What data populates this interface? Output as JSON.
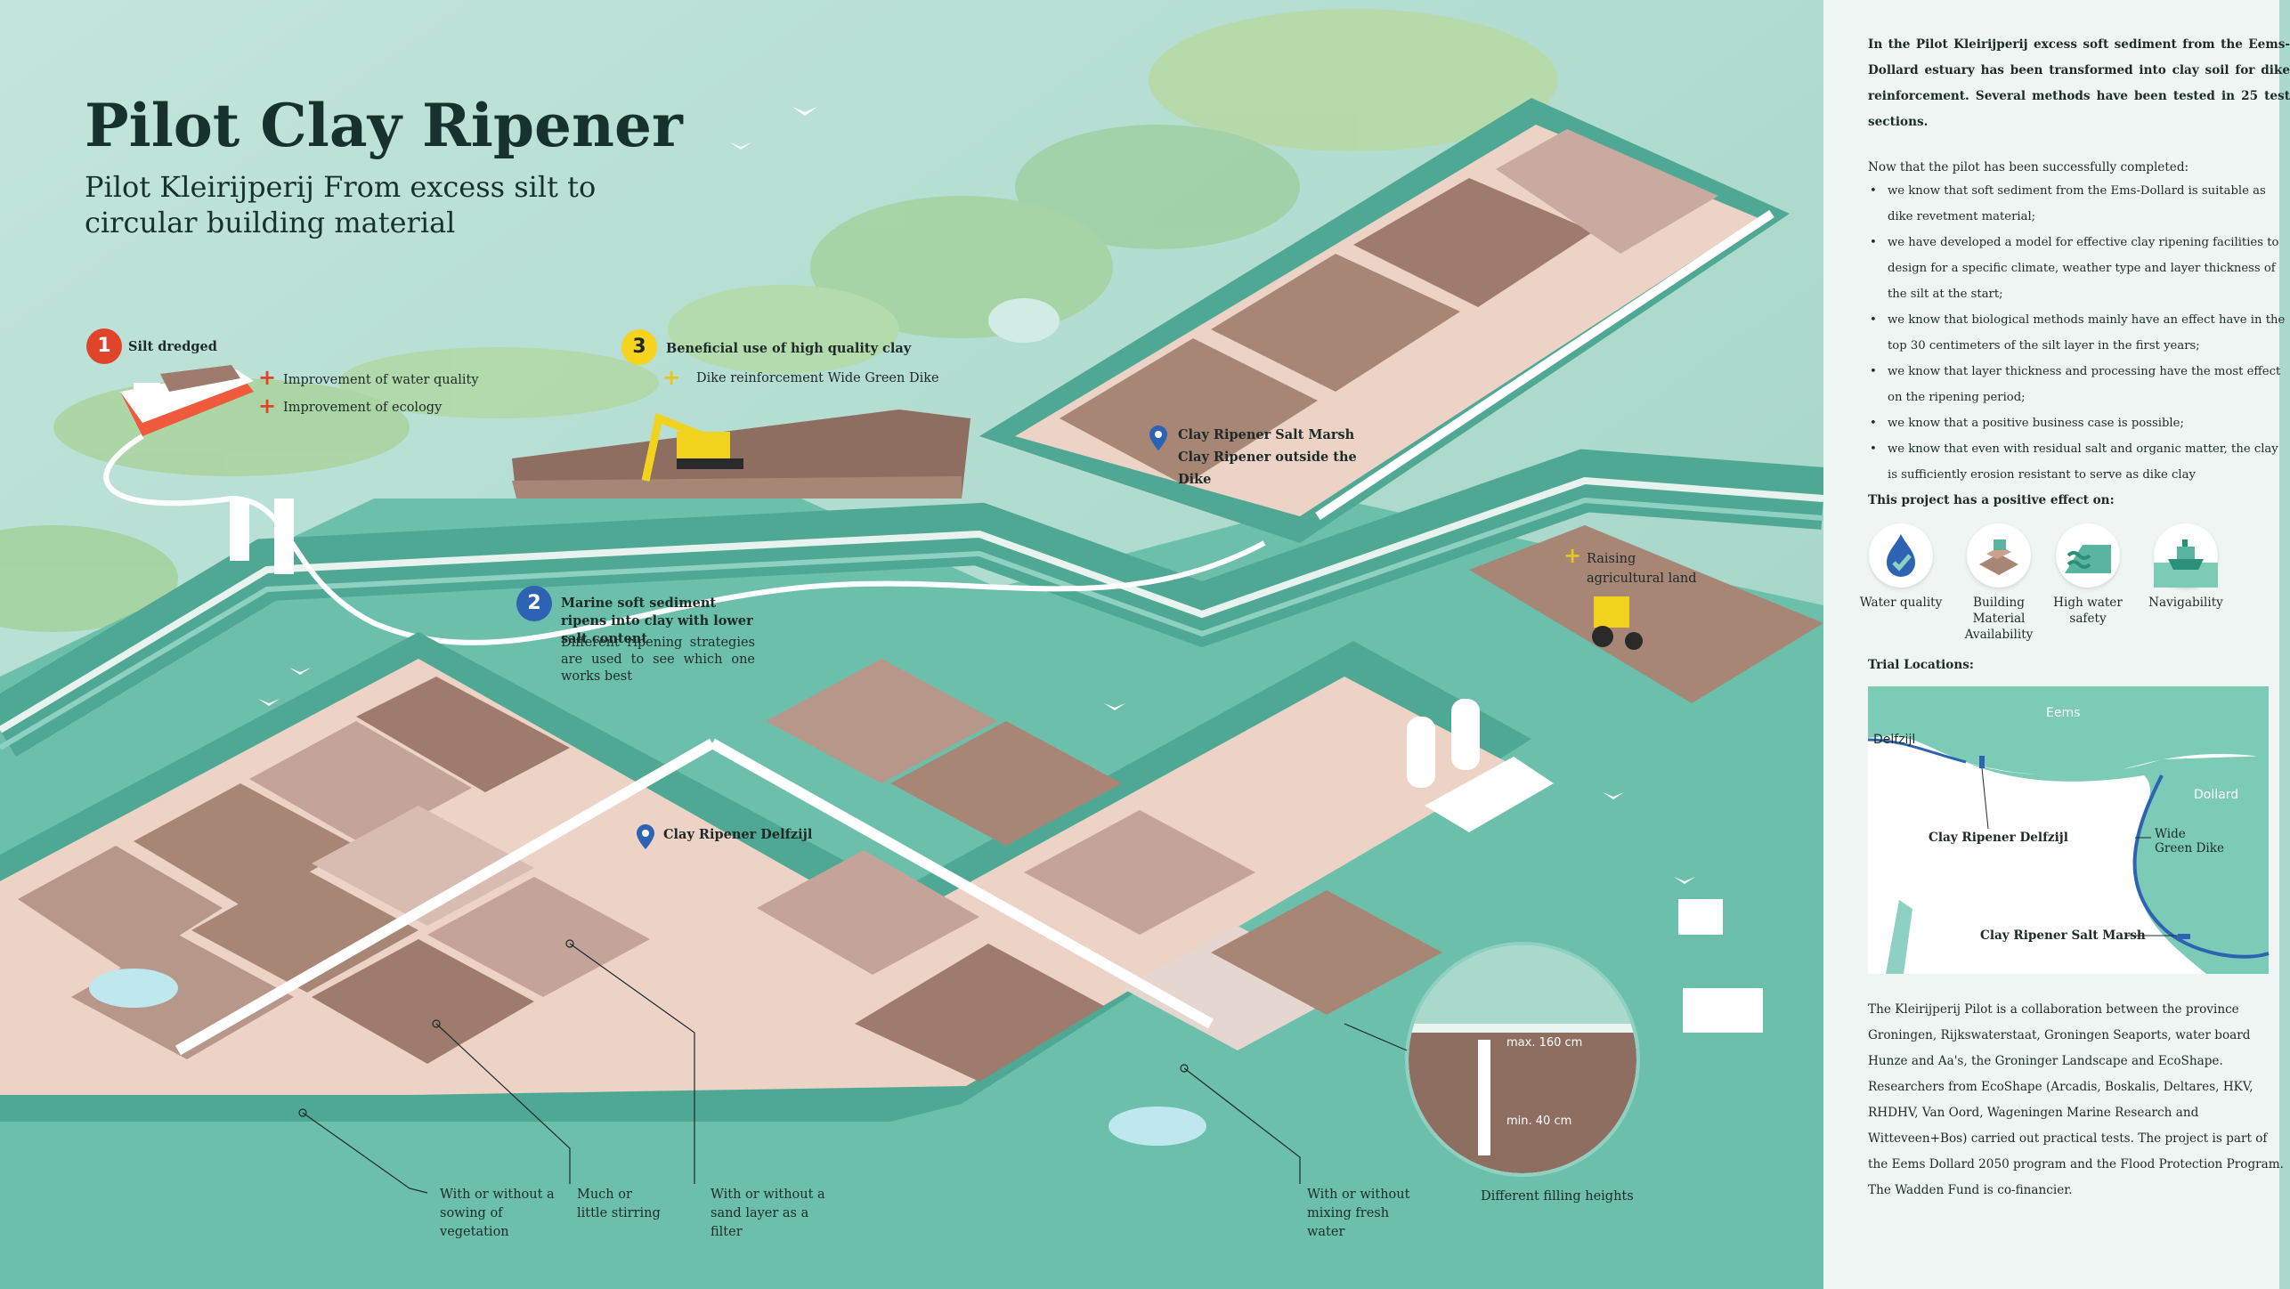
{
  "header": {
    "title": "Pilot Clay Ripener",
    "subtitle": "Pilot Kleirijperij From excess silt to circular building material"
  },
  "steps": [
    {
      "number": "1",
      "title": "Silt dredged",
      "benefits": [
        "Improvement of water quality",
        "Improvement of ecology"
      ],
      "color": "#e0452b"
    },
    {
      "number": "2",
      "title": "Marine soft sediment ripens into clay with lower salt content",
      "text": "Different ripening strategies are used to see which one works best",
      "color": "#2e63b3"
    },
    {
      "number": "3",
      "title": "Beneficial use of high quality clay",
      "benefits": [
        "Dike reinforcement Wide Green Dike"
      ],
      "color": "#f6d31c"
    }
  ],
  "locations": {
    "salt_marsh": "Clay Ripener Salt Marsh Clay Ripener outside  the Dike",
    "delfzijl": "Clay Ripener Delfzijl",
    "agri": "Raising agricultural land"
  },
  "captions": {
    "vegetation": "With or without a sowing of vegetation",
    "stirring": "Much or little stirring",
    "sand": "With or without a sand layer as a filter",
    "freshwater": "With or without mixing fresh water",
    "filling": "Different filling heights"
  },
  "gauge": {
    "max": "max. 160 cm",
    "min": "min. 40 cm"
  },
  "panel": {
    "intro": "In the Pilot Kleirijperij excess soft sediment from the Eems-Dollard estuary has been transformed into clay soil for dike reinforcement. Several methods have been tested in 25 test sections.",
    "now_heading": "Now that the pilot has been successfully completed:",
    "bullets": [
      "we know that soft sediment from the Ems-Dollard is suitable as dike revetment material;",
      "we have developed a model for effective clay ripening facilities to design for a specific climate, weather type and layer thickness of the silt at the start;",
      "we know that biological methods mainly have an effect have in the top 30 centimeters of the silt layer in the first years;",
      "we know that layer thickness and processing have the most effect on the ripening period;",
      "we know that a positive business case is possible;",
      "we know that even with residual salt and organic matter, the clay is sufficiently erosion resistant to serve as dike clay"
    ],
    "effect_heading": "This project has a positive effect on:",
    "effects": [
      {
        "label": "Water quality",
        "icon": "water-drop-check-icon"
      },
      {
        "label": "Building Material Availability",
        "icon": "building-material-icon"
      },
      {
        "label": "High water safety",
        "icon": "dike-wave-icon"
      },
      {
        "label": "Navigability",
        "icon": "ship-icon"
      }
    ],
    "trial_heading": "Trial Locations:",
    "map_labels": {
      "eems": "Eems",
      "delfzijl": "Delfzijl",
      "dollard": "Dollard",
      "wide_green_dike": "Wide Green Dike",
      "clay_ripener_delfzijl": "Clay Ripener Delfzijl",
      "clay_ripener_salt_marsh": "Clay Ripener Salt Marsh"
    },
    "footer": "The Kleirijperij Pilot is a collaboration between the province Groningen, Rijkswaterstaat, Groningen Seaports, water board Hunze and Aa's, the Groninger Landscape and EcoShape. Researchers from EcoShape (Arcadis, Boskalis, Deltares, HKV, RHDHV, Van Oord, Wageningen Marine Research and Witteveen+Bos) carried out practical tests. The project is part of the Eems Dollard 2050 program and the Flood Protection Program. The Wadden Fund is co-financier."
  },
  "colors": {
    "sea": "#a9d9cc",
    "grass": "#5ab5a0",
    "mud": "#a07f72",
    "sand": "#e9c9bb",
    "panel": "#eef5f3",
    "ink": "#17322e"
  }
}
